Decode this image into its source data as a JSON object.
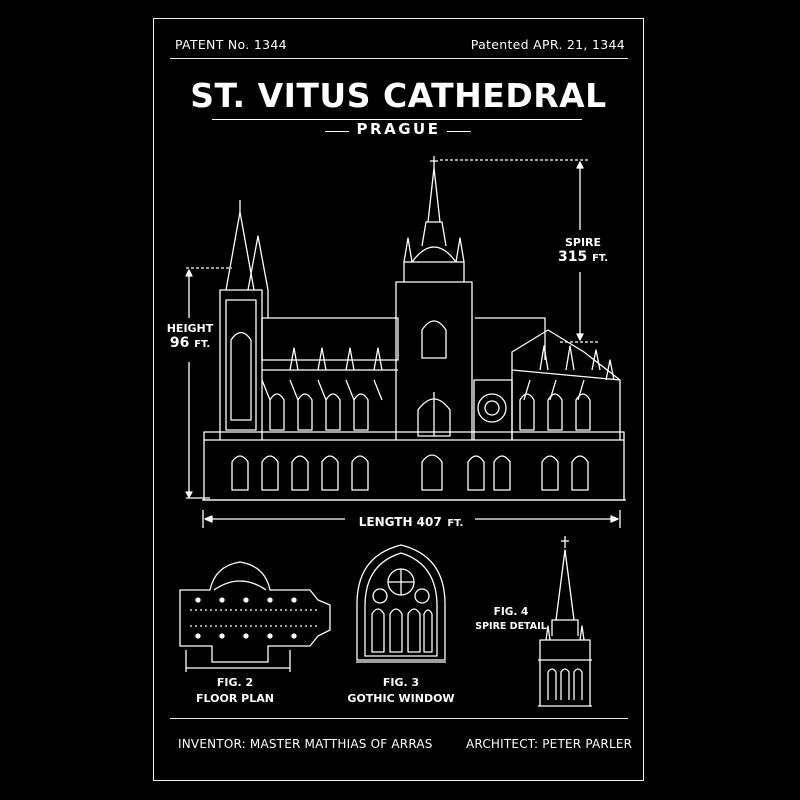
{
  "header": {
    "patent_number": "PATENT No. 1344",
    "patented_date": "Patented APR. 21, 1344"
  },
  "title": {
    "main": "ST. VITUS CATHEDRAL",
    "subtitle": "PRAGUE"
  },
  "dimensions": {
    "spire_label": "SPIRE",
    "spire_value": "315",
    "height_label": "HEIGHT",
    "height_value": "96",
    "length_label": "LENGTH 407",
    "unit": "FT."
  },
  "figures": [
    {
      "number": "FIG. 2",
      "caption": "FLOOR PLAN"
    },
    {
      "number": "FIG. 3",
      "caption": "GOTHIC WINDOW"
    },
    {
      "number": "FIG. 4",
      "caption": "SPIRE DETAIL"
    }
  ],
  "footer": {
    "inventor": "INVENTOR: MASTER MATTHIAS OF ARRAS",
    "architect": "ARCHITECT: PETER PARLER"
  },
  "colors": {
    "background": "#000000",
    "ink": "#ffffff"
  }
}
